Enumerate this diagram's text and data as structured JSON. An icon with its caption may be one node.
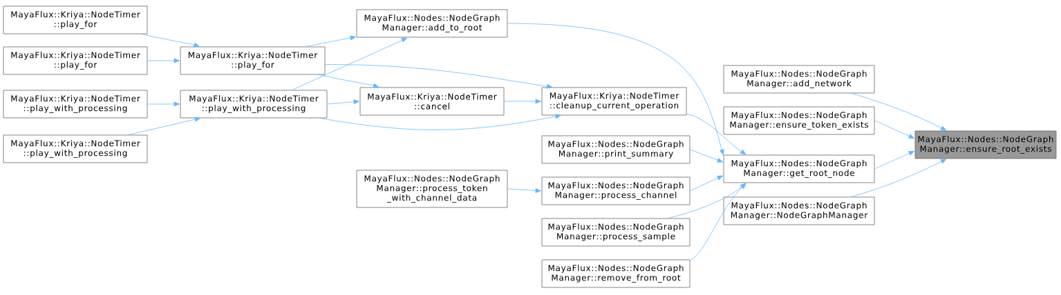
{
  "diagram": {
    "nodes": [
      {
        "text": [
          "MayaFlux::Kriya::NodeTimer ::play_for"
        ]
      },
      {
        "text": [
          "MayaFlux::Kriya::NodeTimer ::play_for"
        ]
      },
      {
        "text": [
          "MayaFlux::Kriya::NodeTimer ::play_with_processing"
        ]
      },
      {
        "text": [
          "MayaFlux::Kriya::NodeTimer ::play_with_processing"
        ]
      },
      {
        "text": [
          "MayaFlux::Kriya::NodeTimer ::play_for"
        ]
      },
      {
        "text": [
          "MayaFlux::Kriya::NodeTimer ::play_with_processing"
        ]
      },
      {
        "text": [
          "MayaFlux::Nodes::NodeGraph Manager::add_to_root"
        ]
      },
      {
        "text": [
          "MayaFlux::Kriya::NodeTimer ::cancel"
        ]
      },
      {
        "text": [
          "MayaFlux::Nodes::NodeGraph Manager::process_token _with_channel_data"
        ]
      },
      {
        "text": [
          "MayaFlux::Kriya::NodeTimer ::cleanup_current_operation"
        ]
      },
      {
        "text": [
          "MayaFlux::Nodes::NodeGraph Manager::print_summary"
        ]
      },
      {
        "text": [
          "MayaFlux::Nodes::NodeGraph Manager::process_channel"
        ]
      },
      {
        "text": [
          "MayaFlux::Nodes::NodeGraph Manager::process_sample"
        ]
      },
      {
        "text": [
          "MayaFlux::Nodes::NodeGraph Manager::remove_from_root"
        ]
      },
      {
        "text": [
          "MayaFlux::Nodes::NodeGraph Manager::add_network"
        ]
      },
      {
        "text": [
          "MayaFlux::Nodes::NodeGraph Manager::ensure_token_exists"
        ]
      },
      {
        "text": [
          "MayaFlux::Nodes::NodeGraph Manager::get_root_node"
        ]
      },
      {
        "text": [
          "MayaFlux::Nodes::NodeGraph Manager::NodeGraphManager"
        ]
      },
      {
        "text": [
          "MayaFlux::Nodes::NodeGraph Manager::ensure_root_exists"
        ]
      }
    ],
    "edges": [
      {
        "from": 0,
        "to": 4,
        "arrow": "to"
      },
      {
        "from": 1,
        "to": 4,
        "arrow": "to"
      },
      {
        "from": 2,
        "to": 5,
        "arrow": "to"
      },
      {
        "from": 3,
        "to": 5,
        "arrow": "to"
      },
      {
        "from": 4,
        "to": 6,
        "arrow": "to"
      },
      {
        "from": 4,
        "to": 9,
        "arrow": "to"
      },
      {
        "from": 4,
        "to": 7,
        "arrow": "to"
      },
      {
        "from": 5,
        "to": 6,
        "arrow": "to"
      },
      {
        "from": 5,
        "to": 7,
        "arrow": "to"
      },
      {
        "from": 5,
        "to": 9,
        "arrow": "to"
      },
      {
        "from": 7,
        "to": 9,
        "arrow": "to"
      },
      {
        "from": 8,
        "to": 11,
        "arrow": "to"
      },
      {
        "from": 6,
        "to": 16,
        "arrow": "to"
      },
      {
        "from": 9,
        "to": 16,
        "arrow": "to"
      },
      {
        "from": 10,
        "to": 16,
        "arrow": "to"
      },
      {
        "from": 11,
        "to": 16,
        "arrow": "to"
      },
      {
        "from": 12,
        "to": 16,
        "arrow": "to"
      },
      {
        "from": 13,
        "to": 16,
        "arrow": "to"
      },
      {
        "from": 14,
        "to": 18,
        "arrow": "to"
      },
      {
        "from": 15,
        "to": 18,
        "arrow": "to"
      },
      {
        "from": 16,
        "to": 18,
        "arrow": "to"
      },
      {
        "from": 17,
        "to": 18,
        "arrow": "to"
      }
    ]
  }
}
